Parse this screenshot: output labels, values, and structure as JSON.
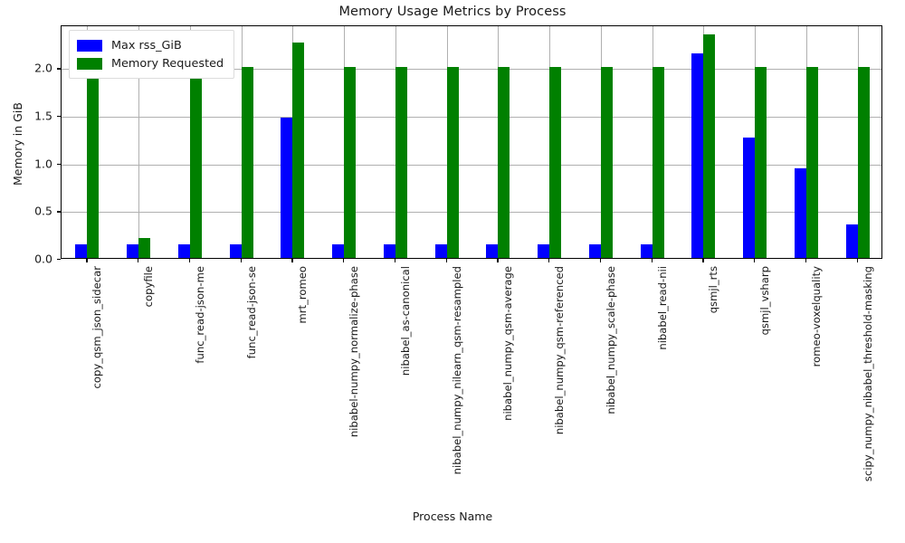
{
  "chart_data": {
    "type": "bar",
    "title": "Memory Usage Metrics by Process",
    "xlabel": "Process Name",
    "ylabel": "Memory in GiB",
    "ylim": [
      0.0,
      2.45
    ],
    "yticks": [
      "0.0",
      "0.5",
      "1.0",
      "1.5",
      "2.0"
    ],
    "ytick_values": [
      0.0,
      0.5,
      1.0,
      1.5,
      2.0
    ],
    "grid": true,
    "legend_position": "upper left",
    "colors": {
      "max_rss": "#0000ff",
      "memory_requested": "#008000",
      "grid": "#b0b0b0",
      "axes": "#000000",
      "text": "#1a1a1a"
    },
    "categories": [
      "copy_qsm_json_sidecar",
      "copyfile",
      "func_read-json-me",
      "func_read-json-se",
      "mrt_romeo",
      "nibabel-numpy_normalize-phase",
      "nibabel_as-canonical",
      "nibabel_numpy_nilearn_qsm-resampled",
      "nibabel_numpy_qsm-average",
      "nibabel_numpy_qsm-referenced",
      "nibabel_numpy_scale-phase",
      "nibabel_read-nii",
      "qsmjl_rts",
      "qsmjl_vsharp",
      "romeo-voxelquality",
      "scipy_numpy_nibabel_threshold-masking"
    ],
    "series": [
      {
        "name": "Max rss_GiB",
        "color": "#0000ff",
        "values": [
          0.145,
          0.145,
          0.145,
          0.145,
          1.47,
          0.145,
          0.145,
          0.145,
          0.145,
          0.145,
          0.145,
          0.145,
          2.15,
          1.26,
          0.94,
          0.35
        ]
      },
      {
        "name": "Memory Requested",
        "color": "#008000",
        "values": [
          2.0,
          0.21,
          2.0,
          2.0,
          2.26,
          2.0,
          2.0,
          2.0,
          2.0,
          2.0,
          2.0,
          2.0,
          2.35,
          2.0,
          2.0,
          2.0
        ]
      }
    ]
  },
  "legend": {
    "items": [
      {
        "label": "Max rss_GiB",
        "color": "#0000ff"
      },
      {
        "label": "Memory Requested",
        "color": "#008000"
      }
    ]
  }
}
